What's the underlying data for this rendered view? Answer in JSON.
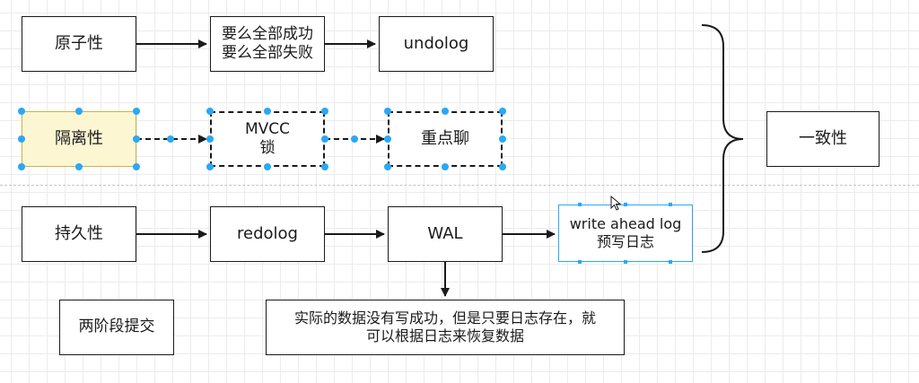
{
  "boxes": {
    "atomicity": "原子性",
    "all_or_nothing_1": "要么全部成功",
    "all_or_nothing_2": "要么全部失败",
    "undolog": "undolog",
    "isolation": "隔离性",
    "mvcc_1": "MVCC",
    "mvcc_2": "锁",
    "focus": "重点聊",
    "durability": "持久性",
    "redolog": "redolog",
    "wal": "WAL",
    "wal_full_1": "write ahead log",
    "wal_full_2": "预写日志",
    "consistency": "一致性",
    "two_phase_commit": "两阶段提交",
    "note_1": "实际的数据没有写成功，但是只要日志存在，就",
    "note_2": "可以根据日志来恢复数据"
  },
  "colors": {
    "line": "#1a1a1a",
    "selection": "#29a8f5",
    "highlight_fill": "#fdf6d3",
    "highlight_border": "#c9b34a"
  }
}
